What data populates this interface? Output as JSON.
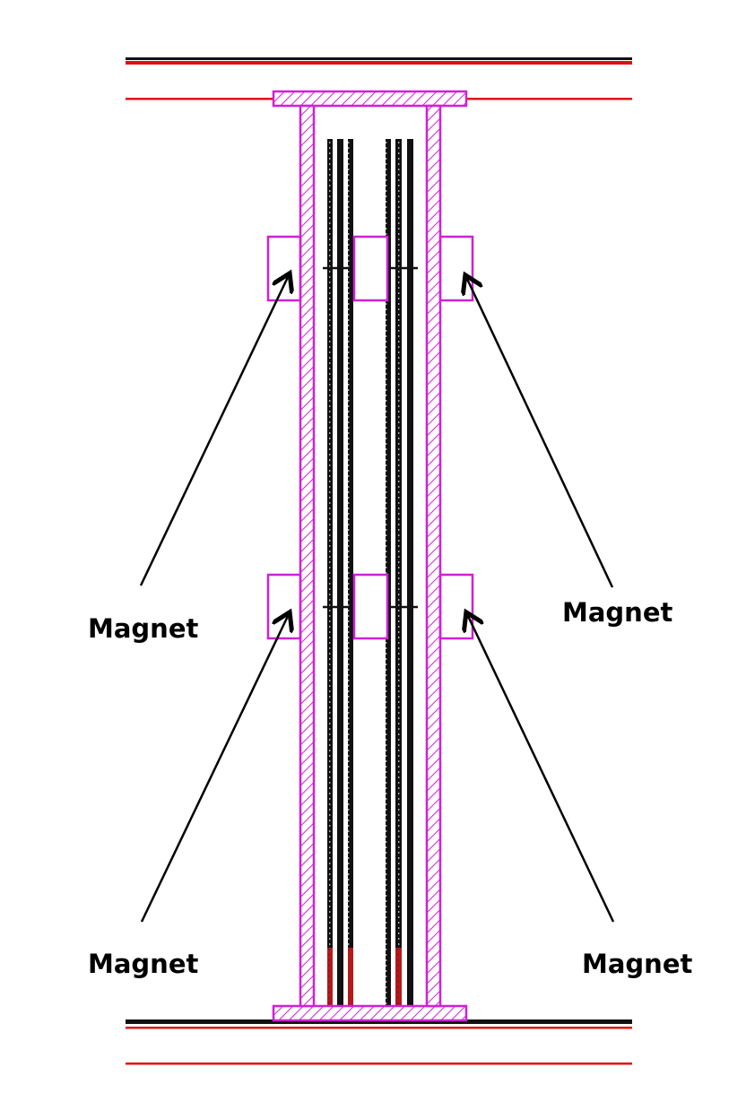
{
  "labels": {
    "top_left": "Magnet",
    "top_right": "Magnet",
    "bottom_left": "Magnet",
    "bottom_right": "Magnet"
  },
  "colors": {
    "structure": "#d020d8",
    "rail": "#e01010",
    "rod": "#111111",
    "rod_tip": "#b81818"
  }
}
